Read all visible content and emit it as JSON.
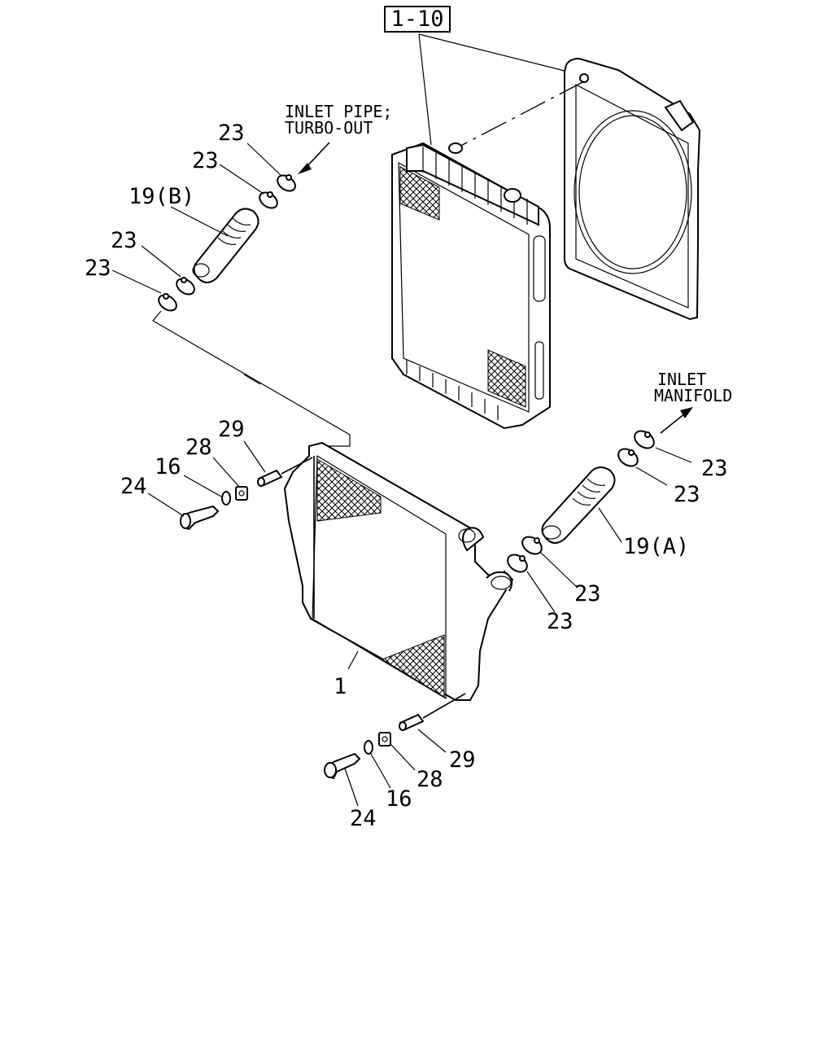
{
  "reference_box": "1-10",
  "annotations": {
    "inlet_pipe_line1": "INLET PIPE;",
    "inlet_pipe_line2": "TURBO-OUT",
    "inlet_manifold_line1": "INLET",
    "inlet_manifold_line2": "MANIFOLD"
  },
  "callouts": {
    "c23_a": "23",
    "c23_b": "23",
    "c19b": "19(B)",
    "c23_c": "23",
    "c23_d": "23",
    "c29_top": "29",
    "c28_top": "28",
    "c16_top": "16",
    "c24_top": "24",
    "c23_e": "23",
    "c23_f": "23",
    "c19a": "19(A)",
    "c23_g": "23",
    "c23_h": "23",
    "c1": "1",
    "c29_bot": "29",
    "c28_bot": "28",
    "c16_bot": "16",
    "c24_bot": "24"
  }
}
